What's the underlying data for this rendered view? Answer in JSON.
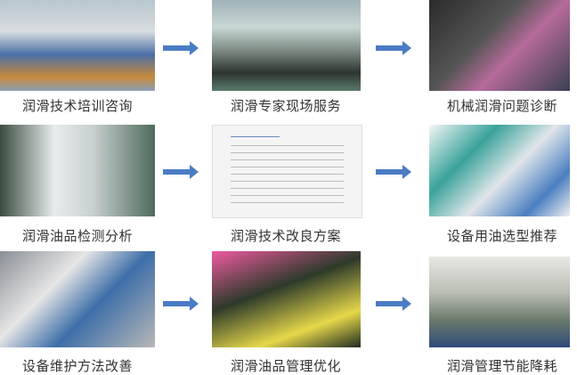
{
  "items": [
    {
      "label": "润滑技术培训咨询",
      "icon": "training-classroom-photo"
    },
    {
      "label": "润滑专家现场服务",
      "icon": "onsite-experts-photo"
    },
    {
      "label": "机械润滑问题诊断",
      "icon": "machine-diagnosis-photo"
    },
    {
      "label": "润滑油品检测分析",
      "icon": "oil-lab-testing-photo"
    },
    {
      "label": "润滑技术改良方案",
      "icon": "improvement-report-photo"
    },
    {
      "label": "设备用油选型推荐",
      "icon": "lubricant-products-photo"
    },
    {
      "label": "设备维护方法改善",
      "icon": "maintenance-workers-photo"
    },
    {
      "label": "润滑油品管理优化",
      "icon": "oil-management-photo"
    },
    {
      "label": "润滑管理节能降耗",
      "icon": "seminar-audience-photo"
    }
  ],
  "colors": {
    "arrow": "#4a7cc4",
    "text": "#333333"
  }
}
